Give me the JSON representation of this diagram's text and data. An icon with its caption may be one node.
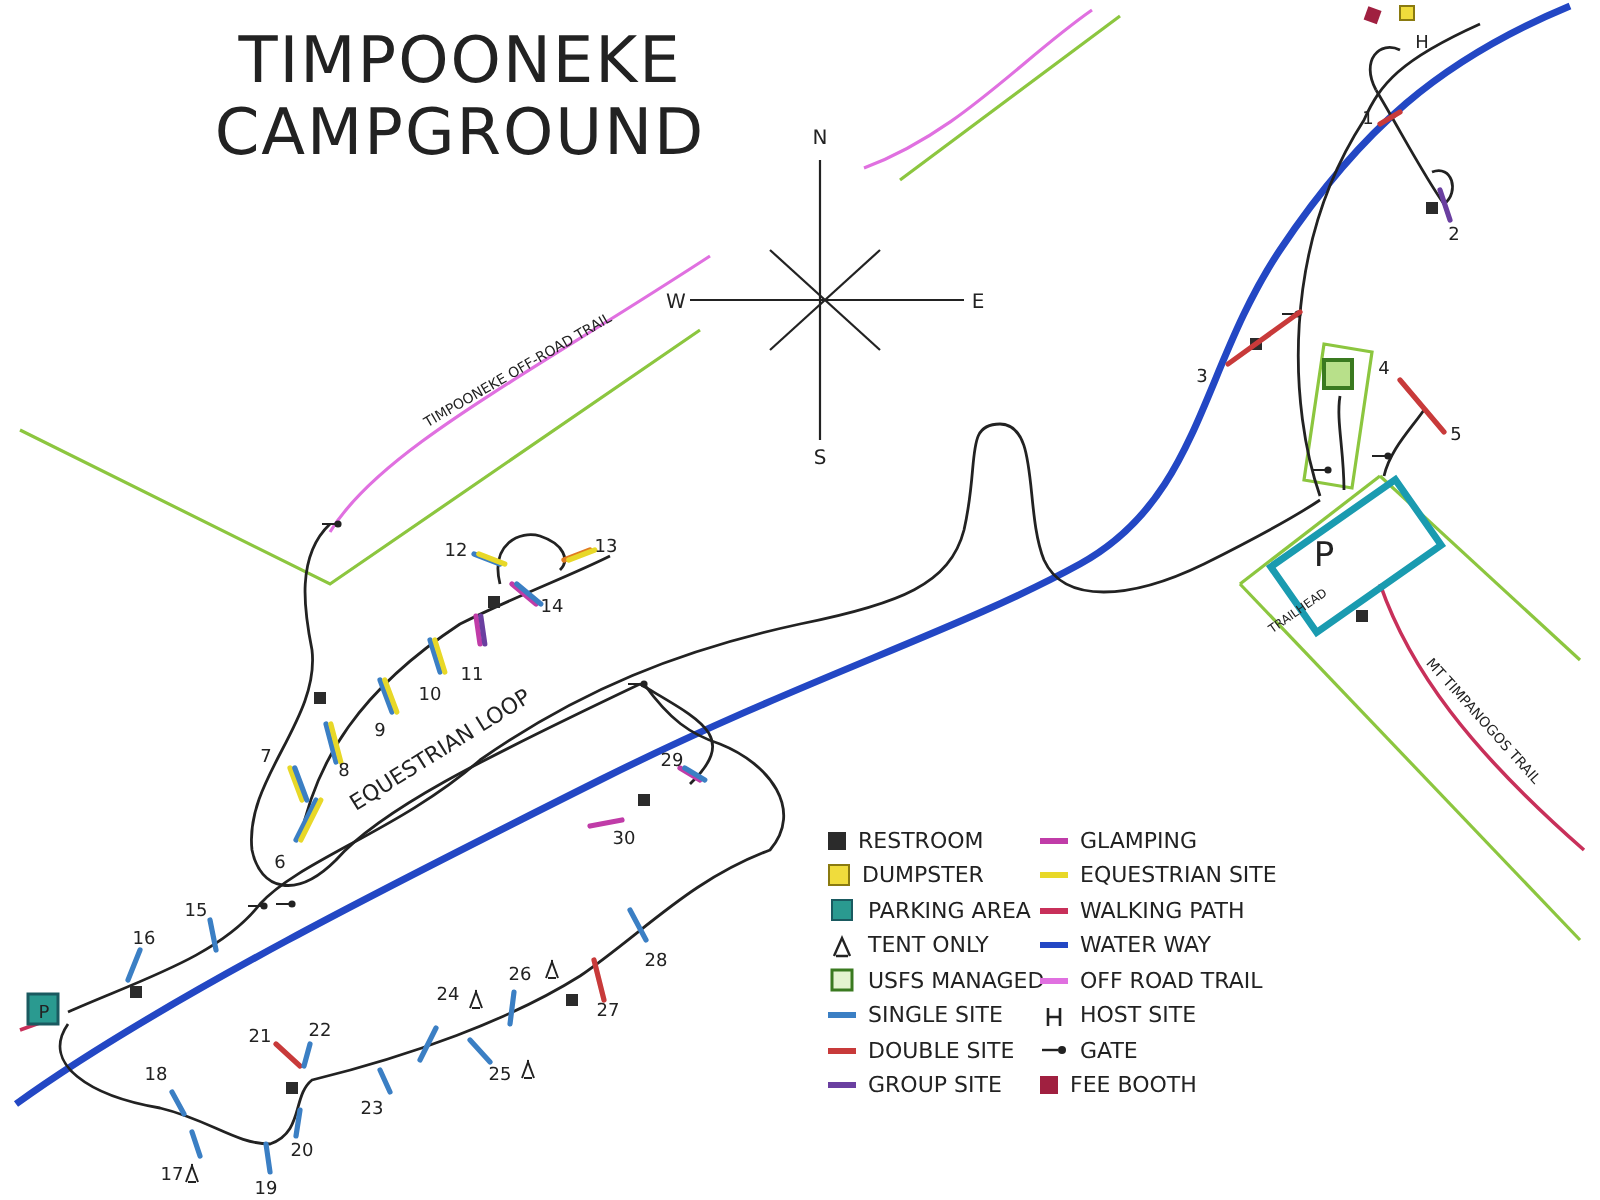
{
  "diagram": {
    "title": "TIMPOONEKE CAMPGROUND",
    "labels": [
      "N",
      "W",
      "E",
      "S",
      "TIMPOONEKE OFF-ROAD TRAIL",
      "H",
      "1",
      "2",
      "3",
      "4",
      "5",
      "P",
      "TRAILHEAD",
      "12",
      "13",
      "14",
      "10",
      "11",
      "9",
      "8",
      "7",
      "EQUESTRIAN LOOP",
      "MT TIMPANOGOS TRAIL",
      "29",
      "30",
      "6",
      "15",
      "16",
      "P",
      "28",
      "26",
      "27",
      "24",
      "21",
      "22",
      "18",
      "25",
      "23",
      "20",
      "17",
      "19"
    ],
    "legend": [
      {
        "text": "RESTROOM",
        "color": "#2b2b2b"
      },
      {
        "text": "DUMPSTER",
        "color": "#f0dc3c"
      },
      {
        "text": "PARKING AREA"
      },
      {
        "text": "TENT ONLY"
      },
      {
        "text": "USFS MANAGED"
      },
      {
        "text": "SINGLE SITE",
        "color": "#3b7fc4"
      },
      {
        "text": "DOUBLE SITE",
        "color": "#c83a3a"
      },
      {
        "text": "GROUP SITE",
        "color": "#6a3fa0"
      },
      {
        "text": "GLAMPING",
        "color": "#c03ca8"
      },
      {
        "text": "EQUESTRIAN SITE",
        "color": "#e8d828"
      },
      {
        "text": "WALKING PATH",
        "color": "#c8305a"
      },
      {
        "text": "WATER WAY",
        "color": "#2347c4"
      },
      {
        "text": "OFF ROAD TRAIL",
        "color": "#e070e0"
      },
      {
        "text": "HOST SITE"
      },
      {
        "text": "GATE"
      },
      {
        "text": "FEE BOOTH",
        "color": "#a02040"
      }
    ]
  }
}
